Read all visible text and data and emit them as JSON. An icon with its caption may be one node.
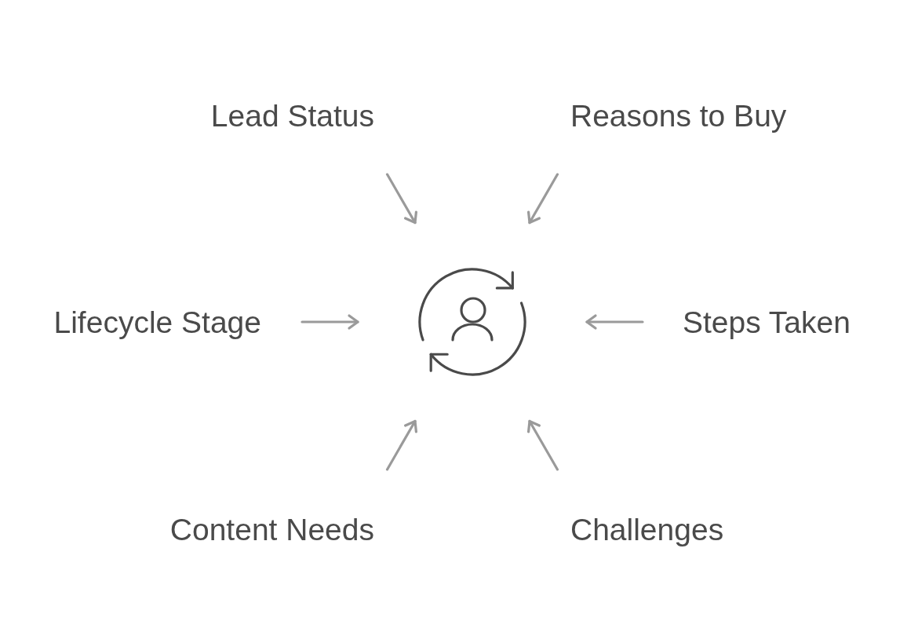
{
  "diagram": {
    "nodes": [
      {
        "text": [
          "Lead Status"
        ]
      },
      {
        "text": [
          "Reasons to Buy"
        ]
      },
      {
        "text": [
          "Lifecycle Stage"
        ]
      },
      {
        "text": [],
        "shape": "picture"
      },
      {
        "text": [
          "Steps Taken"
        ]
      },
      {
        "text": [
          "Content Needs"
        ]
      },
      {
        "text": [
          "Challenges"
        ]
      }
    ],
    "edges": [
      {
        "from": 0,
        "to": 3,
        "arrow": "to"
      },
      {
        "from": 1,
        "to": 3,
        "arrow": "to"
      },
      {
        "from": 2,
        "to": 3,
        "arrow": "to"
      },
      {
        "from": 4,
        "to": 3,
        "arrow": "to"
      },
      {
        "from": 5,
        "to": 3,
        "arrow": "to"
      },
      {
        "from": 6,
        "to": 3,
        "arrow": "to"
      }
    ]
  }
}
